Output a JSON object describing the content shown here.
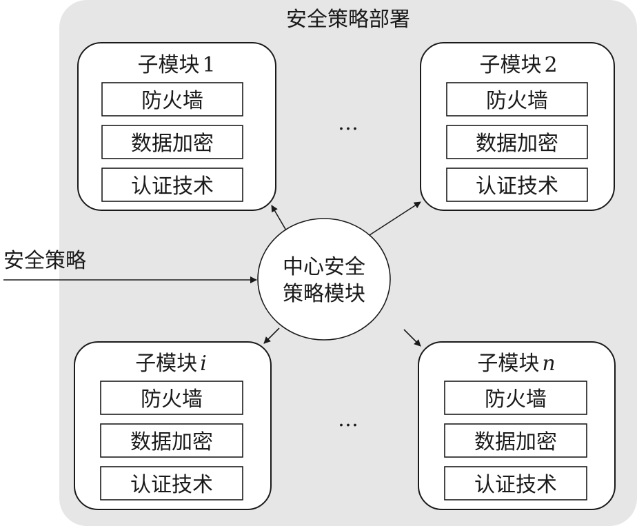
{
  "region": {
    "title": "安全策略部署",
    "background": "#e6e6e6"
  },
  "input": {
    "label": "安全策略"
  },
  "center": {
    "line1": "中心安全",
    "line2": "策略模块"
  },
  "modules": [
    {
      "title": "子模块",
      "suffix": "1",
      "suffix_italic": false,
      "items": [
        "防火墙",
        "数据加密",
        "认证技术"
      ]
    },
    {
      "title": "子模块",
      "suffix": "2",
      "suffix_italic": false,
      "items": [
        "防火墙",
        "数据加密",
        "认证技术"
      ]
    },
    {
      "title": "子模块",
      "suffix": "i",
      "suffix_italic": true,
      "items": [
        "防火墙",
        "数据加密",
        "认证技术"
      ]
    },
    {
      "title": "子模块",
      "suffix": "n",
      "suffix_italic": true,
      "items": [
        "防火墙",
        "数据加密",
        "认证技术"
      ]
    }
  ],
  "ellipsis": {
    "top": "…",
    "bottom": "…"
  }
}
